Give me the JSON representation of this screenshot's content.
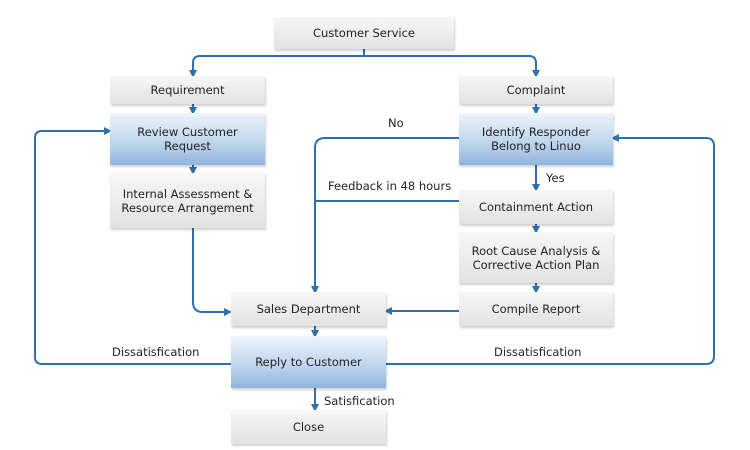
{
  "nodes": {
    "customer_service": "Customer Service",
    "requirement": "Requirement",
    "complaint": "Complaint",
    "review_request": "Review Customer Request",
    "identify_responder": "Identify Responder Belong to Linuo",
    "internal_assessment": "Internal Assessment & Resource Arrangement",
    "containment_action": "Containment Action",
    "root_cause": "Root Cause Analysis & Corrective Action Plan",
    "compile_report": "Compile Report",
    "sales_department": "Sales Department",
    "reply_to_customer": "Reply to Customer",
    "close": "Close"
  },
  "labels": {
    "no": "No",
    "yes": "Yes",
    "feedback": "Feedback in 48 hours",
    "dissatisfaction_left": "Dissatisfication",
    "dissatisfaction_right": "Dissatisfication",
    "satisfaction": "Satisfication"
  },
  "colors": {
    "connector": "#2e6fac",
    "gray_box": "#e8e8e8",
    "blue_box": "#a9c6e6"
  }
}
